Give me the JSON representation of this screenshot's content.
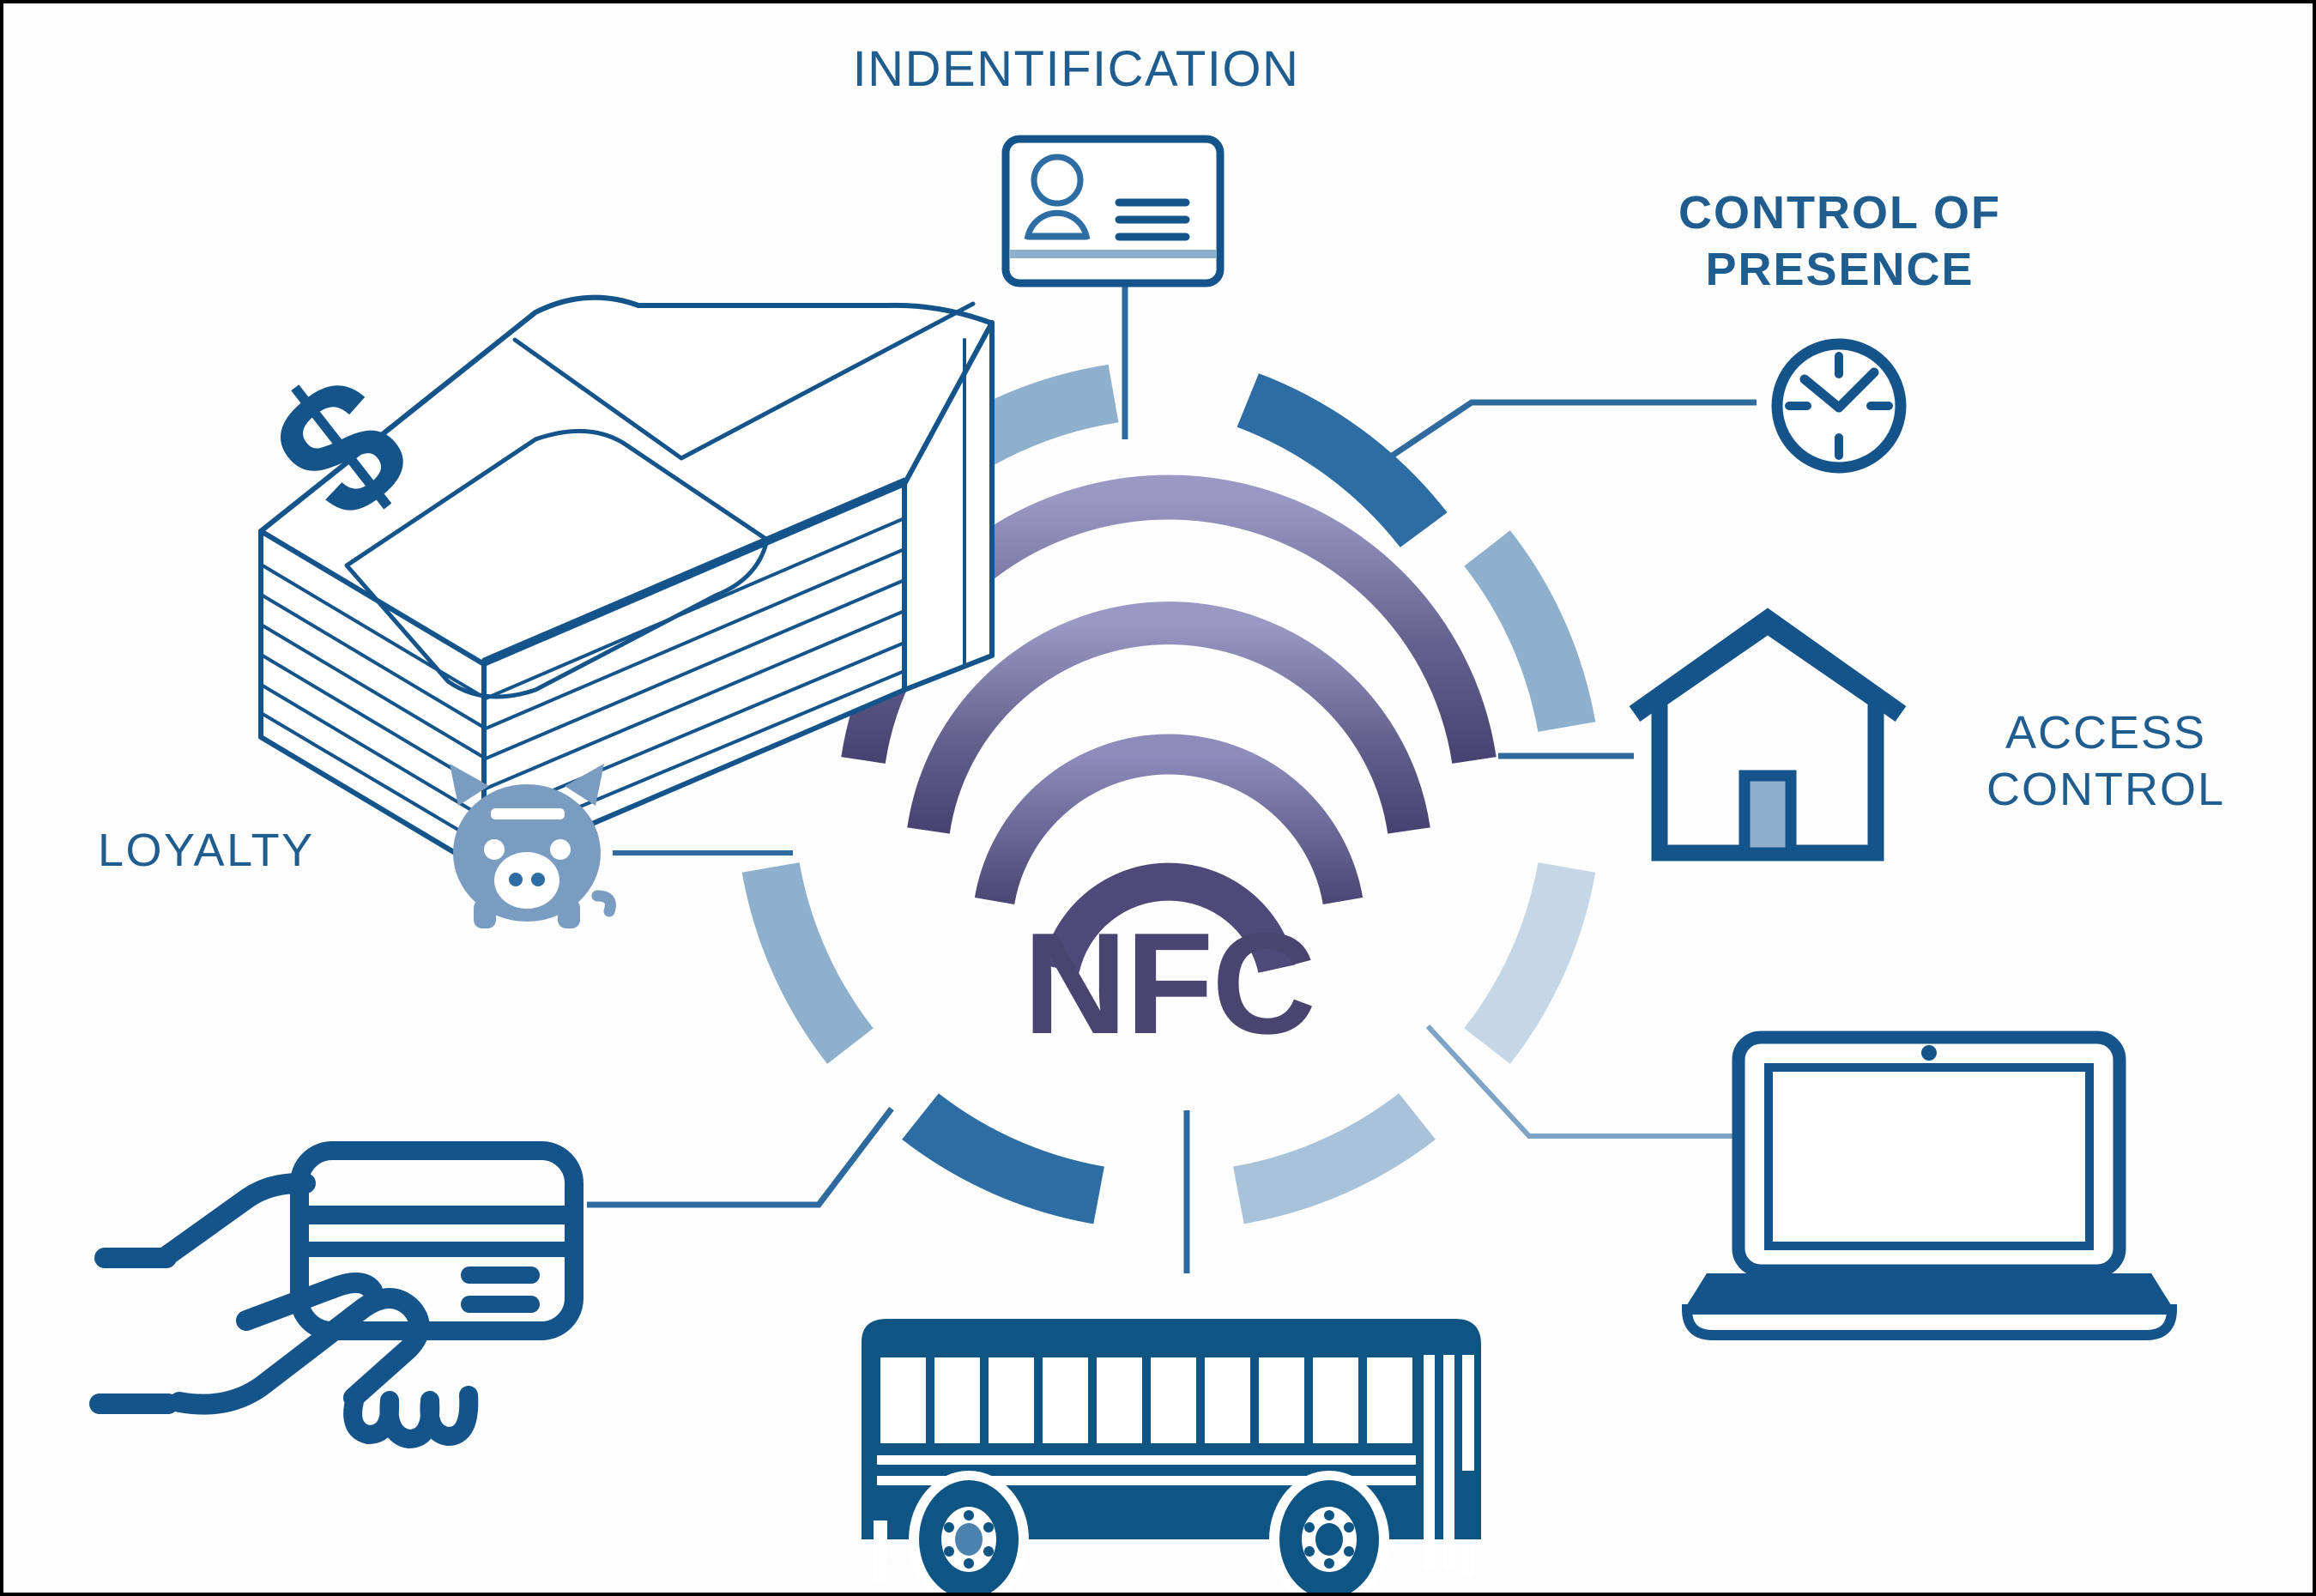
{
  "diagram": {
    "title": "NFC applications radial diagram",
    "center": {
      "logo_text": "NFC",
      "logo_name": "nfc-wave-logo",
      "arc_count": 4,
      "gradient_from": "#9a99c4",
      "gradient_to": "#474270"
    },
    "palette": {
      "dark_blue": "#0f5584",
      "mid_blue": "#2e6a9e",
      "accent_blue": "#2d6da3",
      "soft_blue": "#7fa3c4",
      "pale_blue": "#a8c2da",
      "lightest_blue": "#ccdae8",
      "label_blue": "#205d8f",
      "frame": "#000000",
      "background": "#fdfdfd"
    },
    "ring": {
      "name": "segmented-ring",
      "segment_count": 8,
      "segments": [
        {
          "position": "top-left",
          "color": "#8fb0cc"
        },
        {
          "position": "top-right",
          "color": "#2d6da3"
        },
        {
          "position": "right-upper",
          "color": "#8fb0cc"
        },
        {
          "position": "right-lower",
          "color": "#c5d7e6"
        },
        {
          "position": "bottom-right",
          "color": "#a8c2da"
        },
        {
          "position": "bottom-left",
          "color": "#2d6da3"
        },
        {
          "position": "left-lower",
          "color": "#8fb0cc"
        },
        {
          "position": "left-upper",
          "color": "#c5d7e6"
        }
      ]
    },
    "nodes": [
      {
        "id": "identification",
        "label": "INDENTIFICATION",
        "icon": "id-card-icon",
        "position": "top",
        "label_weight": "regular"
      },
      {
        "id": "control-of-presence",
        "label": "CONTROL OF\nPRESENCE",
        "icon": "clock-icon",
        "position": "top-right",
        "label_weight": "bold"
      },
      {
        "id": "access-control",
        "label": "ACCESS\nCONTROL",
        "icon": "house-icon",
        "position": "right",
        "label_weight": "regular"
      },
      {
        "id": "computing",
        "label": "",
        "icon": "laptop-icon",
        "position": "bottom-right",
        "label_weight": "regular"
      },
      {
        "id": "transport",
        "label": "",
        "icon": "bus-icon",
        "position": "bottom",
        "label_weight": "regular"
      },
      {
        "id": "payment-card",
        "label": "",
        "icon": "hand-credit-card-icon",
        "position": "bottom-left",
        "label_weight": "regular"
      },
      {
        "id": "loyalty",
        "label": "LOYALTY",
        "icon": "piggy-bank-icon",
        "position": "left",
        "label_weight": "regular"
      },
      {
        "id": "cash",
        "label": "",
        "icon": "money-stack-icon",
        "position": "top-left",
        "label_weight": "regular"
      }
    ]
  }
}
